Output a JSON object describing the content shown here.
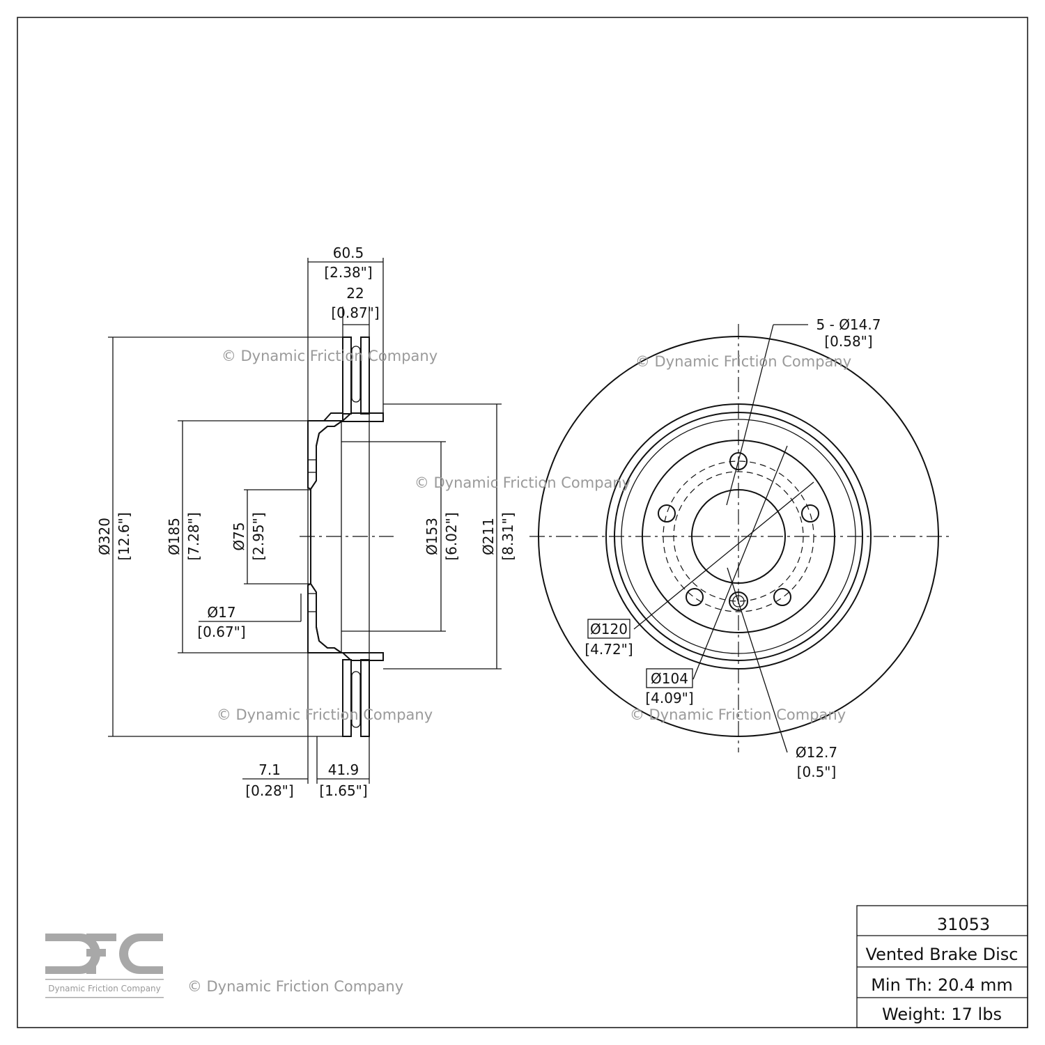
{
  "side_view": {
    "overall_width": {
      "mm": "60.5",
      "in": "[2.38\"]"
    },
    "disc_thickness": {
      "mm": "22",
      "in": "[0.87\"]"
    },
    "outer_diameter": {
      "mm": "Ø320",
      "in": "[12.6\"]"
    },
    "hat_diameter": {
      "mm": "Ø185",
      "in": "[7.28\"]"
    },
    "center_bore": {
      "mm": "Ø75",
      "in": "[2.95\"]"
    },
    "inner_hat": {
      "mm": "Ø153",
      "in": "[6.02\"]"
    },
    "flange_diameter": {
      "mm": "Ø211",
      "in": "[8.31\"]"
    },
    "hole_offset": {
      "mm": "Ø17",
      "in": "[0.67\"]"
    },
    "hat_thickness": {
      "mm": "7.1",
      "in": "[0.28\"]"
    },
    "offset": {
      "mm": "41.9",
      "in": "[1.65\"]"
    }
  },
  "front_view": {
    "bolt_holes": {
      "mm": "5 - Ø14.7",
      "in": "[0.58\"]"
    },
    "bolt_circle": {
      "mm": "Ø120",
      "in": "[4.72\"]"
    },
    "pilot_circle": {
      "mm": "Ø104",
      "in": "[4.09\"]"
    },
    "locator_hole": {
      "mm": "Ø12.7",
      "in": "[0.5\"]"
    }
  },
  "watermark": "© Dynamic Friction Company",
  "logo": {
    "letters": "DFC",
    "caption": "Dynamic Friction Company"
  },
  "title_block": {
    "part_number": "31053",
    "type": "Vented Brake Disc",
    "min_thickness": "Min Th: 20.4 mm",
    "weight": "Weight: 17 lbs"
  }
}
